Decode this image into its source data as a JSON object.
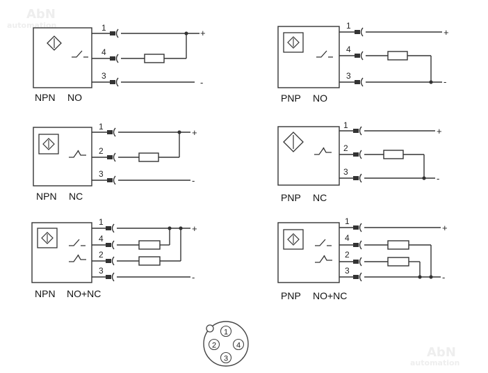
{
  "watermark": {
    "brand": "AbN",
    "sub": "automation"
  },
  "symbols": {
    "plus": "+",
    "minus": "-"
  },
  "diagrams": [
    {
      "id": "npn-no",
      "type_label": "NPN",
      "mode_label": "NO",
      "pins": [
        {
          "pin": "1",
          "rail": "plus"
        },
        {
          "pin": "4",
          "role": "NO"
        },
        {
          "pin": "3",
          "rail": "minus"
        }
      ]
    },
    {
      "id": "pnp-no",
      "type_label": "PNP",
      "mode_label": "NO",
      "pins": [
        {
          "pin": "1",
          "rail": "plus"
        },
        {
          "pin": "4",
          "role": "NO"
        },
        {
          "pin": "3",
          "rail": "minus"
        }
      ]
    },
    {
      "id": "npn-nc",
      "type_label": "NPN",
      "mode_label": "NC",
      "pins": [
        {
          "pin": "1",
          "rail": "plus"
        },
        {
          "pin": "2",
          "role": "NC"
        },
        {
          "pin": "3",
          "rail": "minus"
        }
      ]
    },
    {
      "id": "pnp-nc",
      "type_label": "PNP",
      "mode_label": "NC",
      "pins": [
        {
          "pin": "1",
          "rail": "plus"
        },
        {
          "pin": "2",
          "role": "NC"
        },
        {
          "pin": "3",
          "rail": "minus"
        }
      ]
    },
    {
      "id": "npn-no-nc",
      "type_label": "NPN",
      "mode_label": "NO+NC",
      "pins": [
        {
          "pin": "1",
          "rail": "plus"
        },
        {
          "pin": "4",
          "role": "NO"
        },
        {
          "pin": "2",
          "role": "NC"
        },
        {
          "pin": "3",
          "rail": "minus"
        }
      ]
    },
    {
      "id": "pnp-no-nc",
      "type_label": "PNP",
      "mode_label": "NO+NC",
      "pins": [
        {
          "pin": "1",
          "rail": "plus"
        },
        {
          "pin": "4",
          "role": "NO"
        },
        {
          "pin": "2",
          "role": "NC"
        },
        {
          "pin": "3",
          "rail": "minus"
        }
      ]
    }
  ],
  "connector": {
    "pins": [
      "1",
      "2",
      "3",
      "4"
    ]
  }
}
